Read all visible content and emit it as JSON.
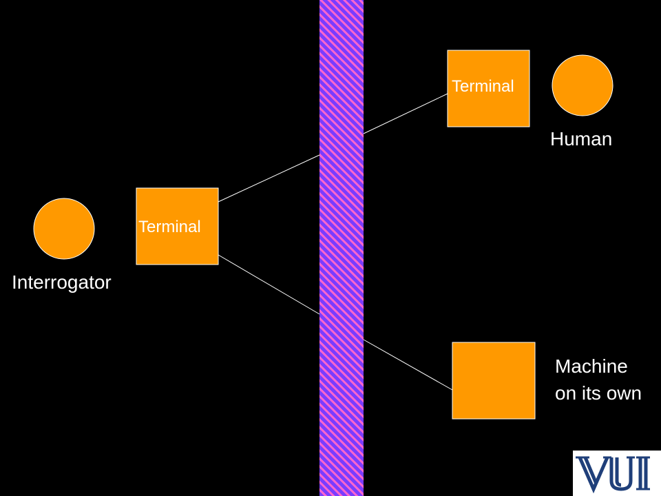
{
  "colors": {
    "background": "#000000",
    "node_fill": "#ff9900",
    "node_stroke": "#ffffff",
    "connector": "#ffffff",
    "barrier_base": "#7a3cff",
    "barrier_stripe": "#ff66cc",
    "logo_bg": "#ffffff",
    "logo_ink": "#1f3f7a"
  },
  "nodes": {
    "interrogator": {
      "label": "Interrogator",
      "shape": "circle"
    },
    "interrogator_terminal": {
      "label": "Terminal",
      "shape": "square"
    },
    "human_terminal": {
      "label": "Terminal",
      "shape": "square"
    },
    "human": {
      "label": "Human",
      "shape": "circle"
    },
    "machine_box": {
      "label": "",
      "shape": "square"
    },
    "machine_label": {
      "line1": "Machine",
      "line2": "on its own"
    }
  },
  "barrier": {
    "pattern": "diagonal-stripes"
  },
  "logo": {
    "text": "VU",
    "icon": "vu-logo"
  }
}
